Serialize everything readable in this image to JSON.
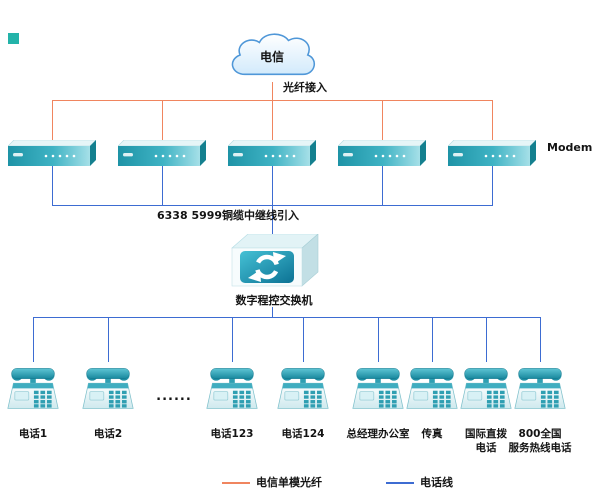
{
  "diagram": {
    "cloud_label": "电信",
    "fiber_label": "光纤接入",
    "modem_label": "Modem",
    "trunk_label": "6338 5999铜缆中继线引入",
    "switch_label": "数字程控交换机",
    "dots": "......",
    "modem_count": 5,
    "phones": [
      {
        "label": "电话1"
      },
      {
        "label": "电话2"
      },
      {
        "label": "电话123"
      },
      {
        "label": "电话124"
      },
      {
        "label": "总经理办公室"
      },
      {
        "label": "传真"
      },
      {
        "label": "国际直拨\n电话"
      },
      {
        "label": "800全国\n服务热线电话"
      }
    ],
    "legend": [
      {
        "label": "电信单模光纤",
        "color": "#f0855f"
      },
      {
        "label": "电话线",
        "color": "#3d6cd2"
      }
    ],
    "colors": {
      "fiber_line": "#f0855f",
      "phone_line": "#3d6cd2",
      "device_teal": "#2aa8bc"
    }
  }
}
